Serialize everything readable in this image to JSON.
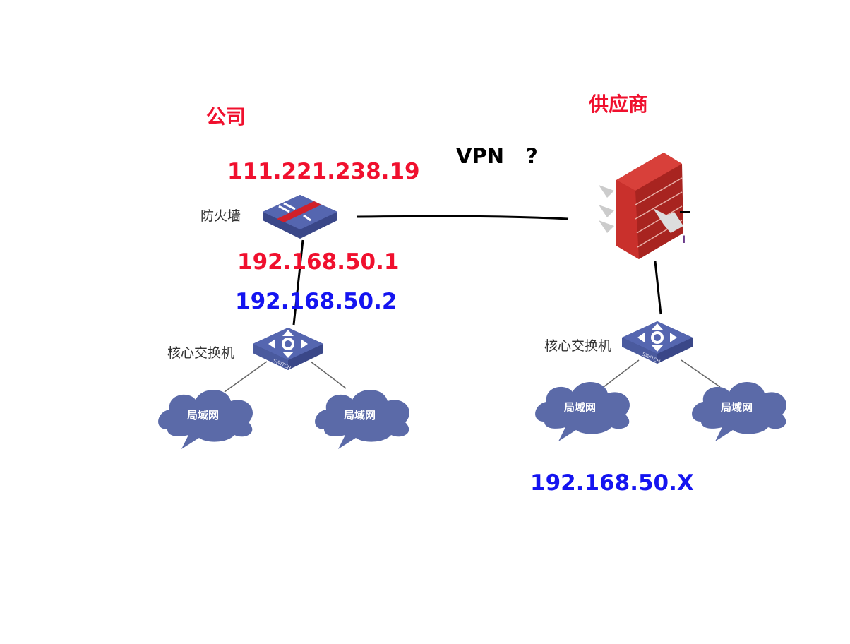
{
  "company": {
    "title": "公司",
    "firewall_label": "防火墙",
    "public_ip": "111.221.238.19",
    "firewall_lan_ip": "192.168.50.1",
    "switch_ip": "192.168.50.2",
    "switch_label": "核心交换机",
    "lans": [
      "局域网",
      "局域网"
    ]
  },
  "link": {
    "label": "VPN",
    "question": "?"
  },
  "supplier": {
    "title": "供应商",
    "switch_label": "核心交换机",
    "lans": [
      "局域网",
      "局域网"
    ],
    "subnet": "192.168.50.X"
  },
  "colors": {
    "red_text": "#f0102e",
    "blue_text": "#1414f0",
    "device_blue": "#4a5a9e",
    "cloud": "#5b6aa8",
    "firewall_red": "#c9302c"
  }
}
